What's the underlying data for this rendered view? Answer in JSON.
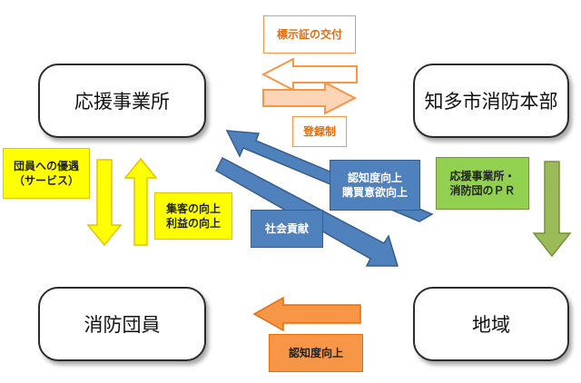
{
  "nodes": {
    "support_business": "応援事業所",
    "fire_dept": "知多市消防本部",
    "fire_members": "消防団員",
    "community": "地域"
  },
  "labels": {
    "mark_certificate": "標示証の交付",
    "registration": "登録制",
    "member_benefits_line1": "団員への優遇",
    "member_benefits_line2": "（サービス）",
    "customer_profit_line1": "集客の向上",
    "customer_profit_line2": "利益の向上",
    "social_contribution": "社会貢献",
    "awareness_purchase_line1": "認知度向上",
    "awareness_purchase_line2": "購買意欲向上",
    "pr_line1": "応援事業所・",
    "pr_line2": "消防団のＰＲ",
    "awareness_bottom": "認知度向上"
  },
  "colors": {
    "orange_fill": "#F79646",
    "orange_light": "#FBD5B5",
    "orange_border": "#E46C0A",
    "yellow": "#FFFF00",
    "blue": "#4F81BD",
    "blue_border": "#385D8A",
    "green": "#9BBB59",
    "green_light": "#92D050"
  }
}
